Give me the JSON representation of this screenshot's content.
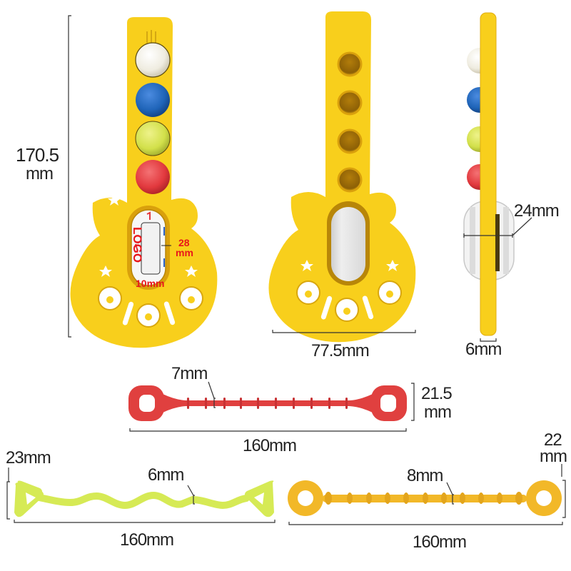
{
  "diagram": {
    "type": "product-dimension-diagram",
    "subject": "Guitar-shaped silicone teether with pop buttons and three teether straps"
  },
  "views": {
    "front": {
      "height_label_line1": "170.5",
      "height_label_line2": "mm",
      "logo_text": "LOGO",
      "logo_height_line1": "28",
      "logo_height_line2": "mm",
      "logo_width": "10mm",
      "buttons": [
        "cream",
        "blue",
        "lime",
        "red"
      ]
    },
    "back": {
      "width_label": "77.5mm"
    },
    "side": {
      "depth_label": "24mm",
      "thickness_label": "6mm"
    }
  },
  "straps": {
    "red": {
      "thickness_label": "7mm",
      "height_label_line1": "21.5",
      "height_label_line2": "mm",
      "length_label": "160mm"
    },
    "lime_wave": {
      "height_label": "23mm",
      "thickness_label": "6mm",
      "length_label": "160mm"
    },
    "yellow_ring": {
      "thickness_label": "8mm",
      "height_label_line1": "22",
      "height_label_line2": "mm",
      "length_label": "160mm"
    }
  },
  "colors": {
    "guitar_yellow": "#f8cf1c",
    "guitar_shadow": "#e5b10e",
    "button_cream": "#efece0",
    "button_blue": "#1f64b8",
    "button_lime": "#d2e04a",
    "button_red": "#e2393e",
    "strap_red": "#e0403f",
    "strap_lime": "#d6ea55",
    "strap_yellow": "#f2b828",
    "logo_red": "#e8161b",
    "dimension_line": "#333333"
  }
}
